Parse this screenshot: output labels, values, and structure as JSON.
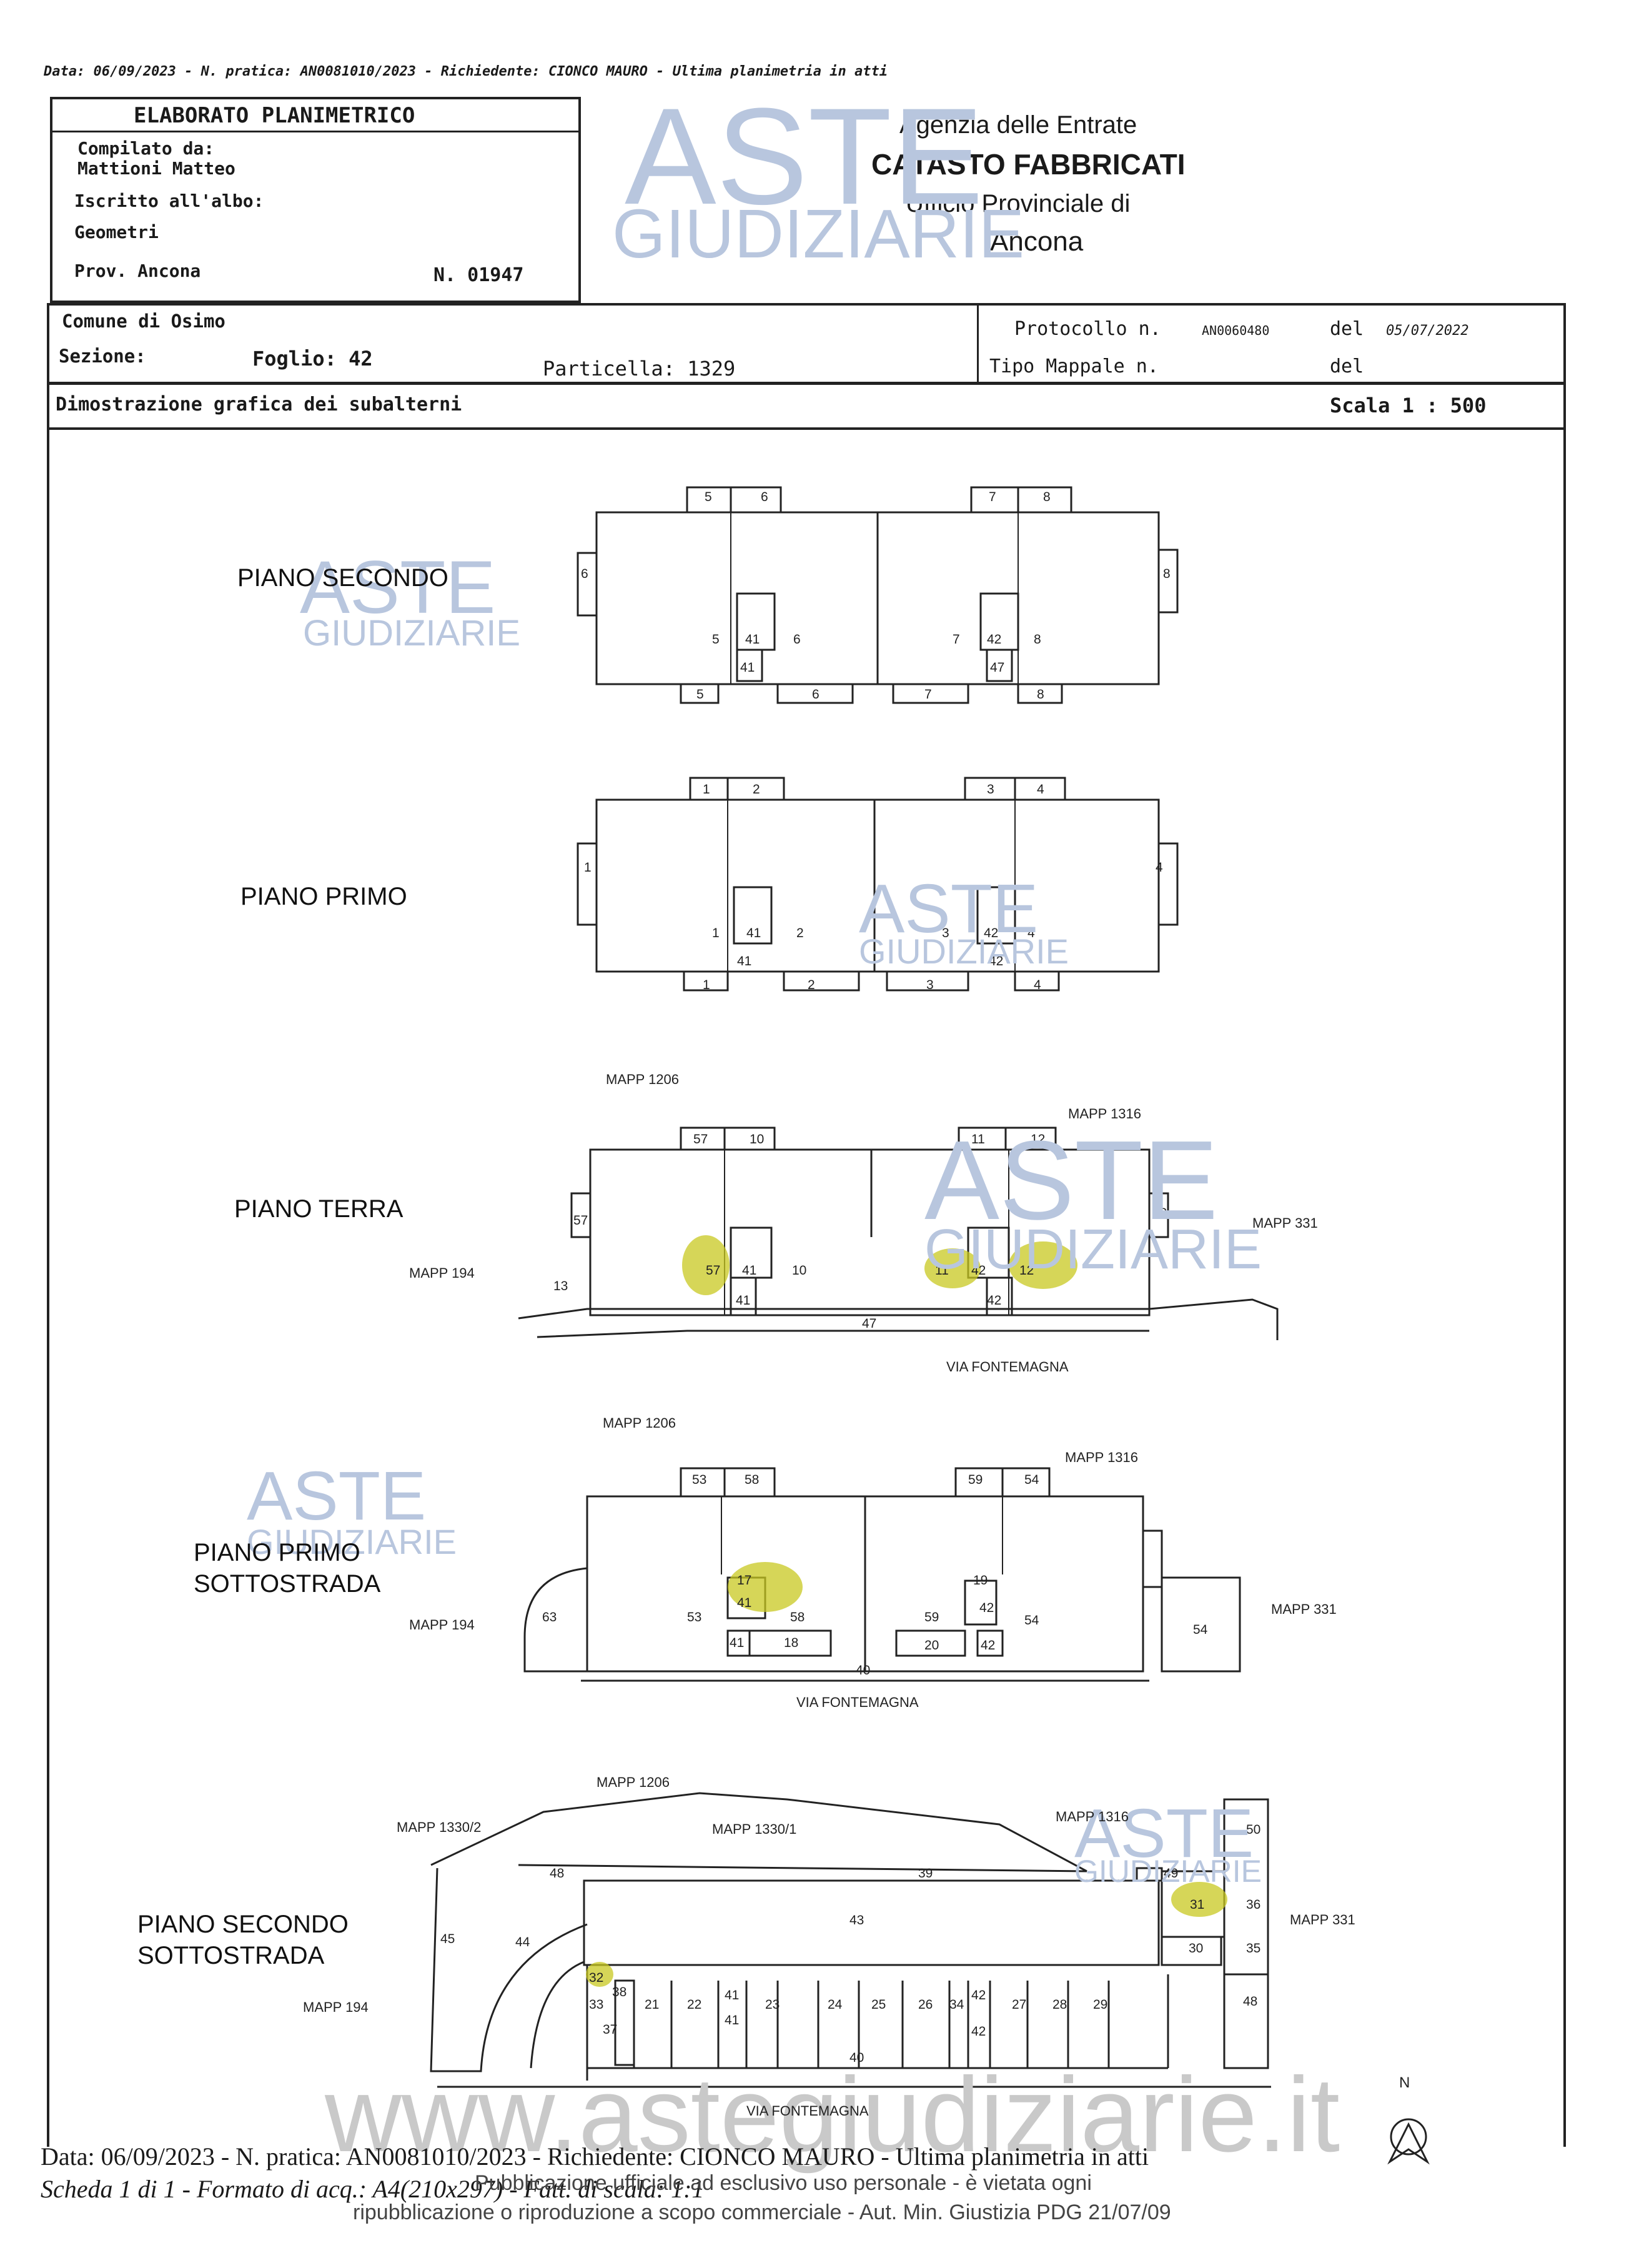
{
  "header_line": "Data: 06/09/2023 - N. pratica: AN0081010/2023 - Richiedente: CIONCO MAURO - Ultima planimetria in atti",
  "titleblock": {
    "title": "ELABORATO PLANIMETRICO",
    "compilato_label": "Compilato da:",
    "compilato_name": "Mattioni Matteo",
    "iscritto_label": "Iscritto all'albo:",
    "iscritto_value": "Geometri",
    "prov": "Prov. Ancona",
    "numero": "N. 01947"
  },
  "agency": {
    "line1": "Agenzia delle Entrate",
    "line2": "CATASTO FABBRICATI",
    "line3": "Ufficio Provinciale di",
    "line4": "Ancona"
  },
  "cadastral": {
    "comune": "Comune di Osimo",
    "sezione": "Sezione:",
    "foglio": "Foglio: 42",
    "particella": "Particella: 1329",
    "protocollo_label": "Protocollo n.",
    "protocollo_value": "AN0060480",
    "del_label": "del",
    "protocollo_date": "05/07/2022",
    "tipo_mappale": "Tipo Mappale n.",
    "del_label2": "del",
    "dimostrazione": "Dimostrazione grafica dei subalterni",
    "scala": "Scala 1 : 500"
  },
  "watermarks": {
    "aste": "ASTE",
    "giudiziarie": "GIUDIZIARIE",
    "site": "www.astegiudiziarie.it"
  },
  "floors": {
    "secondo": "PIANO SECONDO",
    "primo": "PIANO PRIMO",
    "terra": "PIANO TERRA",
    "primo_sottostrada_1": "PIANO PRIMO",
    "primo_sottostrada_2": "SOTTOSTRADA",
    "secondo_sottostrada_1": "PIANO SECONDO",
    "secondo_sottostrada_2": "SOTTOSTRADA"
  },
  "notes": {
    "mapp1206": "MAPP 1206",
    "mapp1316": "MAPP 1316",
    "mapp331": "MAPP 331",
    "mapp194": "MAPP 194",
    "mapp1330_2": "MAPP 1330/2",
    "mapp1330_1": "MAPP 1330/1",
    "via": "VIA FONTEMAGNA",
    "north": "N"
  },
  "units": {
    "p2": [
      "5",
      "6",
      "7",
      "8",
      "6",
      "8",
      "5",
      "41",
      "6",
      "7",
      "42",
      "8",
      "41",
      "47",
      "5",
      "6",
      "7",
      "8"
    ],
    "p1": [
      "1",
      "2",
      "3",
      "4",
      "1",
      "4",
      "1",
      "41",
      "2",
      "3",
      "42",
      "4",
      "41",
      "42",
      "1",
      "2",
      "3",
      "4"
    ],
    "pt": [
      "57",
      "10",
      "11",
      "12",
      "57",
      "12",
      "57",
      "41",
      "10",
      "11",
      "42",
      "12",
      "41",
      "42",
      "13",
      "47"
    ],
    "ps1": [
      "53",
      "58",
      "59",
      "54",
      "19",
      "17",
      "41",
      "53",
      "58",
      "59",
      "42",
      "54",
      "63",
      "41",
      "18",
      "20",
      "42",
      "54",
      "40"
    ],
    "ps2": [
      "50",
      "48",
      "39",
      "49",
      "31",
      "36",
      "43",
      "30",
      "35",
      "32",
      "38",
      "33",
      "37",
      "21",
      "22",
      "41",
      "41",
      "23",
      "24",
      "25",
      "26",
      "34",
      "42",
      "42",
      "27",
      "28",
      "29",
      "48",
      "45",
      "44",
      "40"
    ]
  },
  "footer": {
    "line1": "Data: 06/09/2023 - N. pratica: AN0081010/2023 - Richiedente: CIONCO MAURO - Ultima planimetria in atti",
    "line2": "Scheda 1 di 1 - Formato di acq.: A4(210x297) - Fatt. di scala: 1:1",
    "line3": "Pubblicazione ufficiale ad esclusivo uso personale - è vietata ogni",
    "line4": "ripubblicazione o riproduzione a scopo commerciale - Aut. Min. Giustizia PDG 21/07/09"
  },
  "colors": {
    "ink": "#222222",
    "watermark": "#b8c6de",
    "highlight": "#c8c820"
  }
}
